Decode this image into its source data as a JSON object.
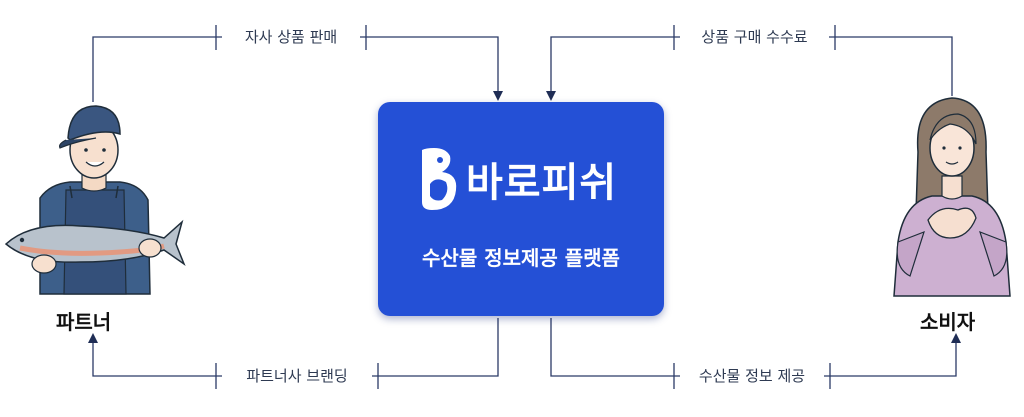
{
  "platform": {
    "brand_name": "바로피쉬",
    "description": "수산물 정보제공 플랫폼",
    "color": "#2450d6"
  },
  "actors": {
    "partner": {
      "label": "파트너",
      "icon": "fisherman-holding-salmon-icon"
    },
    "consumer": {
      "label": "소비자",
      "icon": "woman-consumer-icon"
    }
  },
  "flows": {
    "partner_to_platform": "자사 상품 판매",
    "consumer_to_platform": "상품 구매 수수료",
    "platform_to_partner": "파트너사 브랜딩",
    "platform_to_consumer": "수산물 정보 제공"
  },
  "colors": {
    "line": "#2b3a67",
    "arrow": "#1f2d55"
  }
}
